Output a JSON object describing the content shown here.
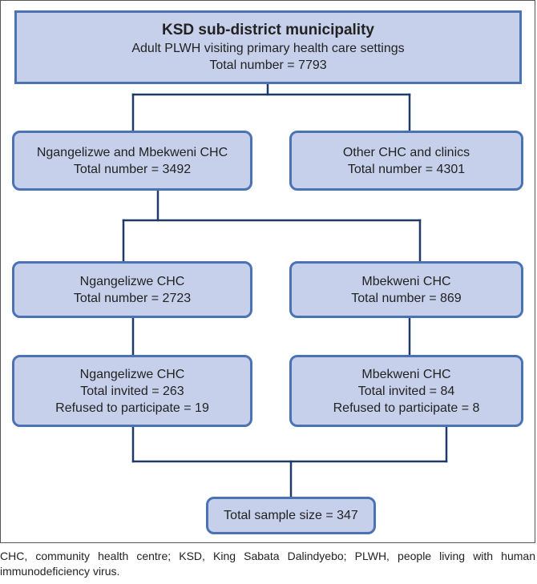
{
  "nodes": {
    "top": {
      "title": "KSD sub-district municipality",
      "line1": "Adult PLWH visiting primary health care settings",
      "line2": "Total number = 7793"
    },
    "combined_chc": {
      "line1": "Ngangelizwe and Mbekweni CHC",
      "line2": "Total number = 3492"
    },
    "other_clinics": {
      "line1": "Other CHC and clinics",
      "line2": "Total number = 4301"
    },
    "ngangelizwe_total": {
      "line1": "Ngangelizwe CHC",
      "line2": "Total number = 2723"
    },
    "mbekweni_total": {
      "line1": "Mbekweni CHC",
      "line2": "Total number = 869"
    },
    "ngangelizwe_invited": {
      "line1": "Ngangelizwe CHC",
      "line2": "Total invited = 263",
      "line3": "Refused to participate = 19"
    },
    "mbekweni_invited": {
      "line1": "Mbekweni CHC",
      "line2": "Total invited = 84",
      "line3": "Refused to participate = 8"
    },
    "sample": {
      "line1": "Total sample size = 347"
    }
  },
  "caption": "CHC, community health centre; KSD, King Sabata Dalindyebo; PLWH, people living with human immunodeficiency virus.",
  "colors": {
    "box_fill": "#c6d0ea",
    "box_border": "#4a72b5",
    "connector": "#1f3a66"
  }
}
